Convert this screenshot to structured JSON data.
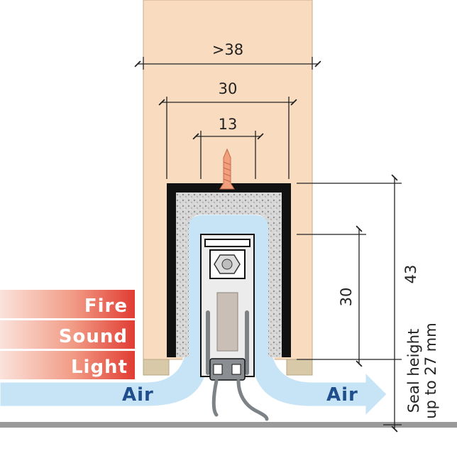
{
  "dimensions": {
    "door_width": ">38",
    "profile_width": "30",
    "screw_spacing": "13",
    "seal_total_height": "43",
    "seal_drop_height": "30"
  },
  "labels": {
    "fire": "Fire",
    "sound": "Sound",
    "light": "Light",
    "air_left": "Air",
    "air_right": "Air"
  },
  "seal_note": {
    "line1": "Seal height",
    "line2": "up to 27 mm"
  },
  "colors": {
    "door": "#f9dcc0",
    "label_red": "#e4463a",
    "air_blue": "#c7e4f6",
    "air_text": "#1e4f8c",
    "floor": "#9a9a9a",
    "foam": "#cfcfcf",
    "aluminium": "#e3e3e3",
    "rubber": "#8a8e93",
    "screw": "#f0a07f"
  }
}
